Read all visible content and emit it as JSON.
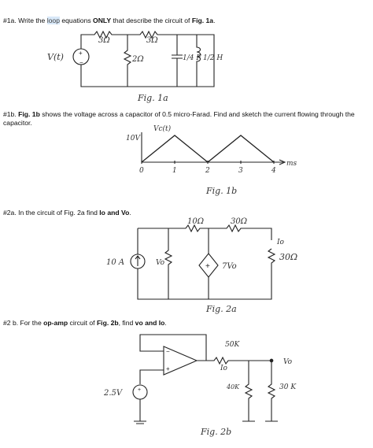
{
  "q1a": {
    "prefix": "#1a.  Write the ",
    "highlight": "loop",
    "mid": " equations ",
    "bold1": "ONLY",
    "mid2": " that describe the circuit of ",
    "bold2": "Fig. 1a",
    "end": "."
  },
  "q1b": {
    "prefix": "#1b.  ",
    "bold1": "Fig. 1b",
    "rest": " shows the voltage across a capacitor of 0.5 micro-Farad.  Find and sketch the current flowing through the capacitor."
  },
  "q2a": {
    "prefix": "#2a.  In the circuit of Fig. 2a find ",
    "bold1": "Io and Vo",
    "end": "."
  },
  "q2b": {
    "prefix": "#2 b.  For the ",
    "bold1": "op-amp",
    "mid": " circuit of ",
    "bold2": "Fig. 2b",
    "mid2": ", find ",
    "bold3": "vo and Io",
    "end": "."
  },
  "fig1a": {
    "source_label": "V(t)",
    "r1": "3Ω",
    "r2": "3Ω",
    "r3": "2Ω",
    "cap": "1/4 F",
    "ind": "1/2 H",
    "caption": "Fig. 1a"
  },
  "fig1b": {
    "y_label": "Vc(t)",
    "y_tick": "10V",
    "x_ticks": [
      "0",
      "1",
      "2",
      "3",
      "4"
    ],
    "x_unit": "ms",
    "caption": "Fig. 1b"
  },
  "fig2a": {
    "source": "10 A",
    "vo_label": "Vo",
    "r1": "10Ω",
    "r2": "30Ω",
    "dep": "7Vo",
    "r3": "30Ω",
    "io": "Io",
    "caption": "Fig. 2a"
  },
  "fig2b": {
    "vsrc": "2.5V",
    "r1": "50K",
    "r2": "40K",
    "r3": "30 K",
    "io": "Io",
    "vo": "Vo",
    "caption": "Fig. 2b"
  },
  "chart_data": {
    "type": "line",
    "x": [
      0,
      1,
      2,
      3,
      4
    ],
    "series": [
      {
        "values": [
          0,
          10,
          0,
          10,
          0
        ]
      }
    ],
    "ylabel": "Vc(t)",
    "xlabel": "ms",
    "ylim": [
      0,
      10
    ],
    "xlim": [
      0,
      4
    ]
  }
}
